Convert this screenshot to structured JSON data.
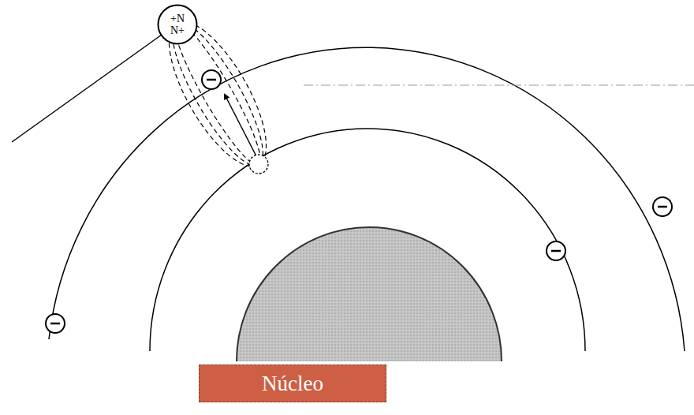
{
  "diagram": {
    "nodes": [
      {
        "text": [
          "+N",
          "N+"
        ]
      },
      {
        "text": [
          "Núcleo"
        ]
      }
    ]
  }
}
